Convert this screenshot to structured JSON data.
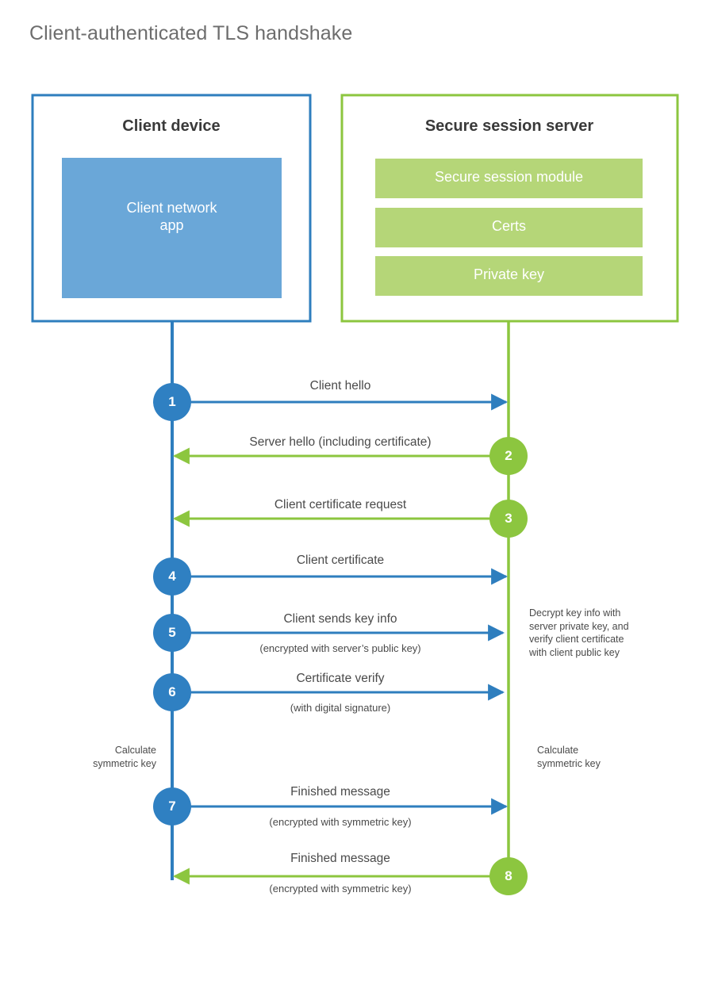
{
  "title": "Client-authenticated TLS handshake",
  "colors": {
    "blue_line": "#2e7ebe",
    "blue_fill": "#6aa7d8",
    "blue_circle": "#2f80c2",
    "green_line": "#8cc63f",
    "green_fill": "#b5d678",
    "green_circle": "#8cc63f",
    "text": "#4a4a4a",
    "title_text": "#6d6d6d",
    "heading_text": "#3a3a3a"
  },
  "parties": {
    "client": {
      "title": "Client device",
      "blocks": [
        {
          "label": "Client network\napp"
        }
      ]
    },
    "server": {
      "title": "Secure session server",
      "blocks": [
        {
          "label": "Secure session module"
        },
        {
          "label": "Certs"
        },
        {
          "label": "Private key"
        }
      ]
    }
  },
  "steps": [
    {
      "num": "1",
      "label": "Client hello",
      "sub": "",
      "direction": "client-to-server",
      "color": "blue"
    },
    {
      "num": "2",
      "label": "Server hello (including certificate)",
      "sub": "",
      "direction": "server-to-client",
      "color": "green"
    },
    {
      "num": "3",
      "label": "Client certificate request",
      "sub": "",
      "direction": "server-to-client",
      "color": "green"
    },
    {
      "num": "4",
      "label": "Client certificate",
      "sub": "",
      "direction": "client-to-server",
      "color": "blue"
    },
    {
      "num": "5",
      "label": "Client sends key info",
      "sub": "(encrypted with server’s public key)",
      "direction": "client-to-server",
      "color": "blue"
    },
    {
      "num": "6",
      "label": "Certificate verify",
      "sub": "(with digital signature)",
      "direction": "client-to-server",
      "color": "blue"
    },
    {
      "num": "7",
      "label": "Finished message",
      "sub": "(encrypted with symmetric key)",
      "direction": "client-to-server",
      "color": "blue"
    },
    {
      "num": "8",
      "label": "Finished message",
      "sub": "(encrypted with symmetric key)",
      "direction": "server-to-client",
      "color": "green"
    }
  ],
  "notes": {
    "server_decrypt": "Decrypt key info with\nserver private key, and\nverify client certificate\nwith client public key",
    "client_calculate": "Calculate\nsymmetric key",
    "server_calculate": "Calculate\nsymmetric key"
  }
}
